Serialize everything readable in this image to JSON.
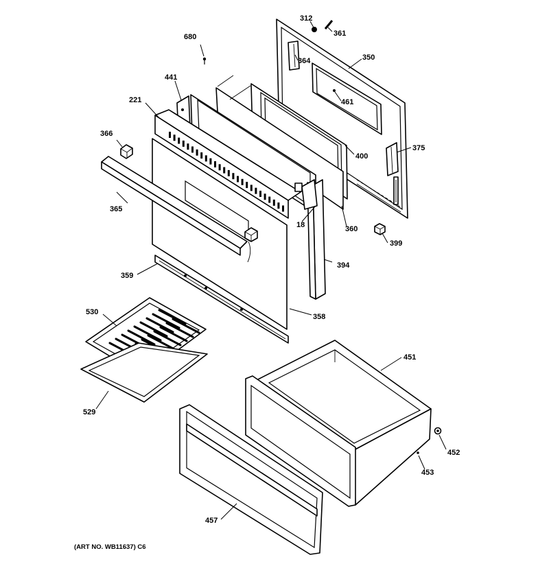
{
  "labels": {
    "p312": "312",
    "p361": "361",
    "p680": "680",
    "p364": "364",
    "p350": "350",
    "p441": "441",
    "p461": "461",
    "p221": "221",
    "p366": "366",
    "p400": "400",
    "p375": "375",
    "p365": "365",
    "p18": "18",
    "p360": "360",
    "p399": "399",
    "p394": "394",
    "p359": "359",
    "p358": "358",
    "p530": "530",
    "p451": "451",
    "p529": "529",
    "p452": "452",
    "p453": "453",
    "p457": "457"
  },
  "art_number": "(ART NO. WB11637) C6"
}
